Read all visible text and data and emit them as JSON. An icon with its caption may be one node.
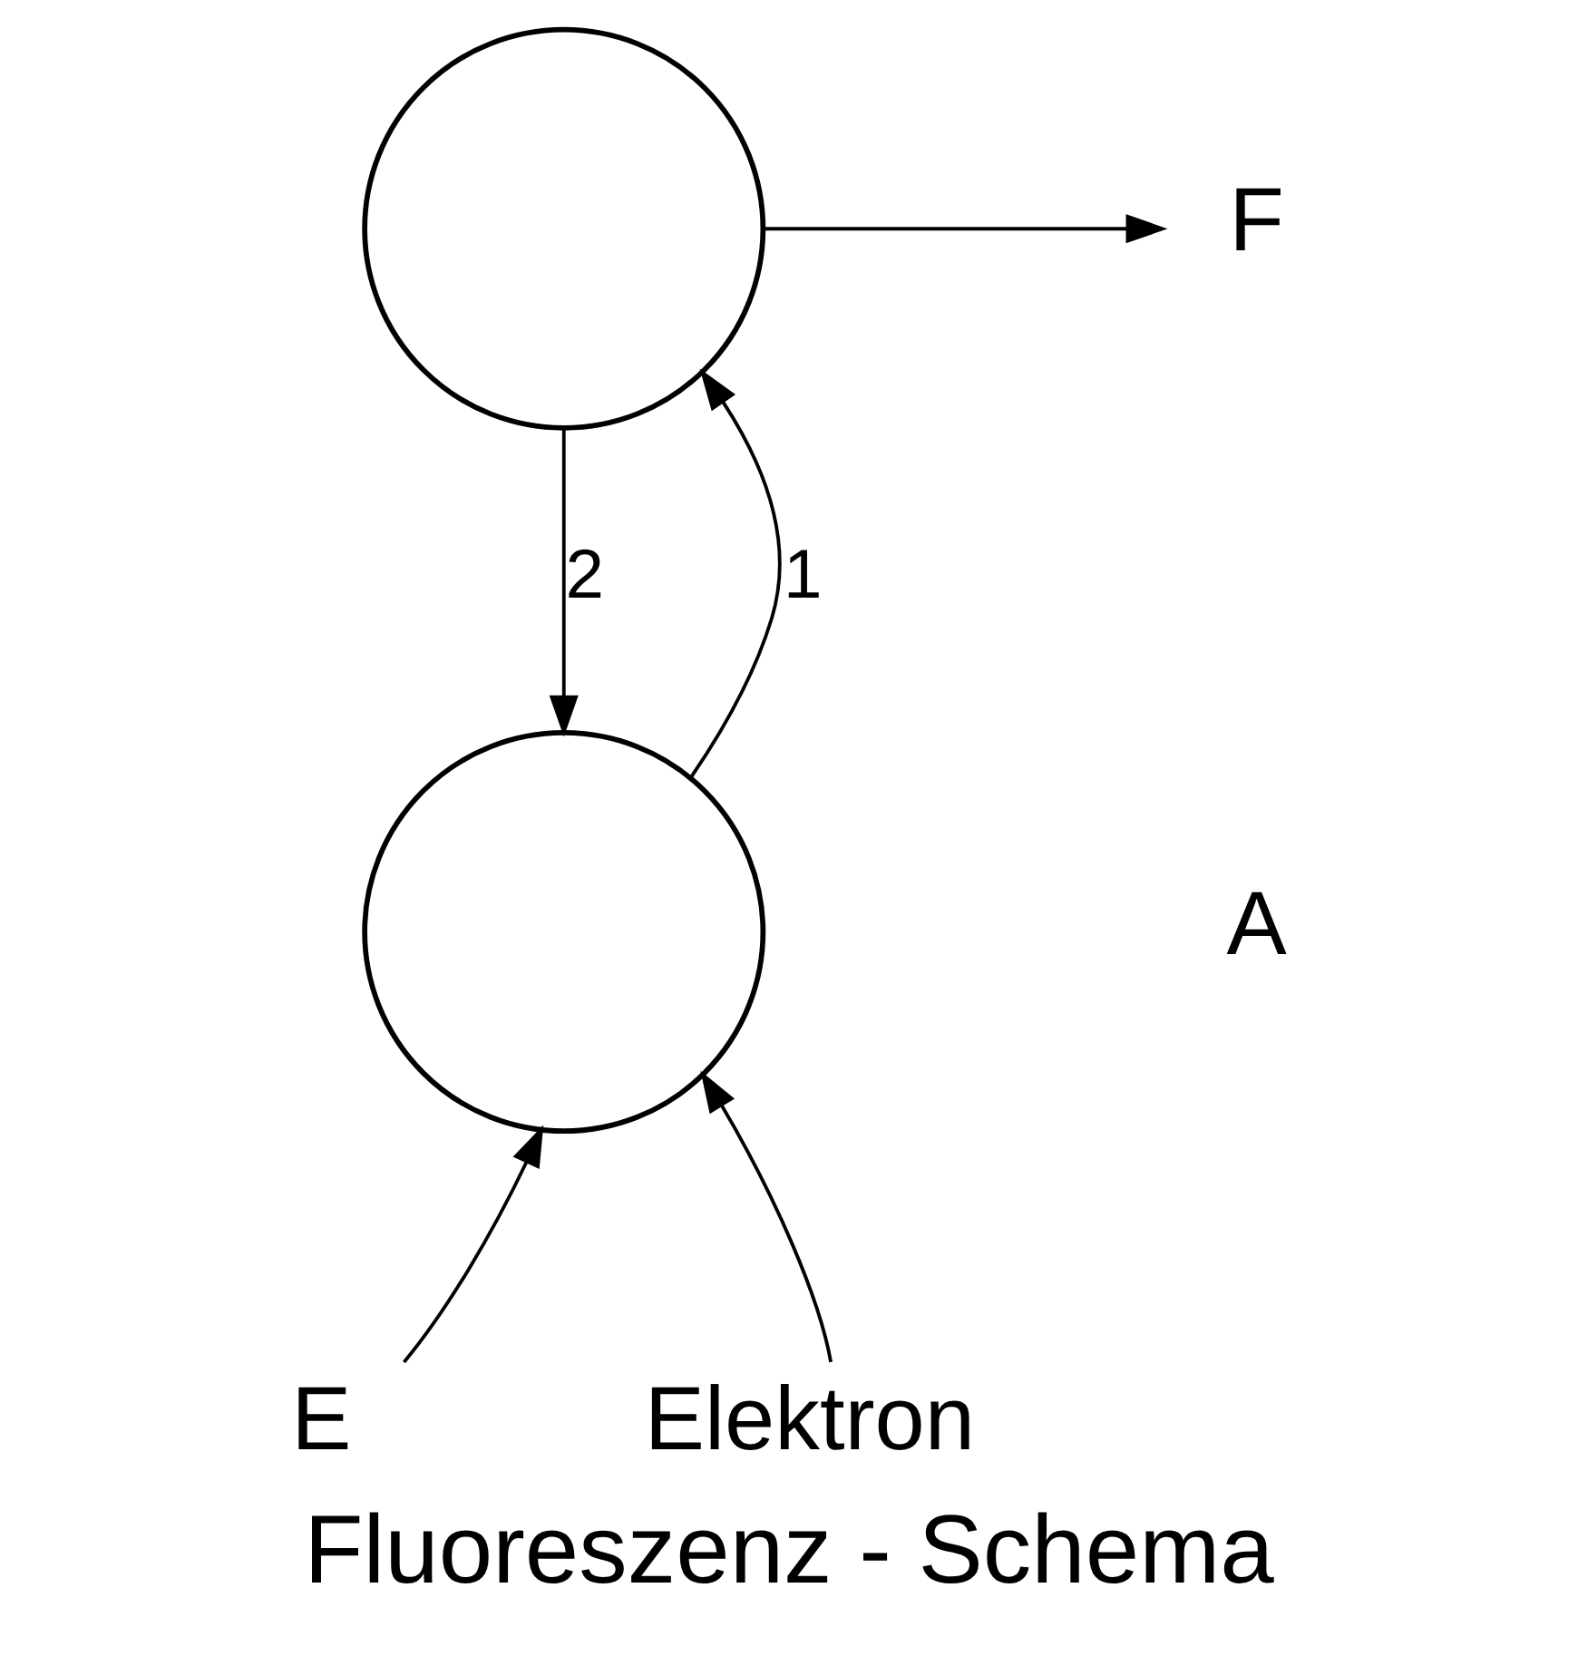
{
  "diagram": {
    "caption": "Fluoreszenz - Schema",
    "nodes": [
      {
        "text": [],
        "shape": "circle"
      },
      {
        "text": [],
        "shape": "circle"
      },
      {
        "text": [
          "F"
        ]
      },
      {
        "text": [
          "E"
        ]
      },
      {
        "text": [
          "Elektron"
        ]
      }
    ],
    "edges": [
      {
        "from": 1,
        "to": 0,
        "arrow": "to",
        "label": "1"
      },
      {
        "from": 0,
        "to": 1,
        "arrow": "to",
        "label": "2"
      },
      {
        "from": 0,
        "to": 2,
        "arrow": "to"
      },
      {
        "from": 3,
        "to": 1,
        "arrow": "to"
      },
      {
        "from": 4,
        "to": 1,
        "arrow": "to"
      }
    ],
    "labels": [
      "A"
    ]
  }
}
